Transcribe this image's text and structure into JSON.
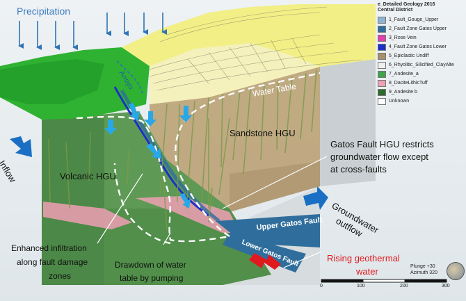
{
  "labels": {
    "precipitation": "Precipitation",
    "water_table": "Water Table",
    "sandstone": "Sandstone HGU",
    "inflow": "Inflow",
    "volcanic": "Volcanic HGU",
    "gatos_note_1": "Gatos Fault HGU restricts",
    "gatos_note_2": "groundwater flow except",
    "gatos_note_3": "at cross-faults",
    "gw_outflow_1": "Groundwater",
    "gw_outflow_2": "outflow",
    "upper_gatos": "Upper Gatos Fault",
    "lower_gatos": "Lower Gatos Fault",
    "enhanced_1": "Enhanced infiltration",
    "enhanced_2": "along fault damage",
    "enhanced_3": "zones",
    "drawdown_1": "Drawdown of water",
    "drawdown_2": "table by pumping",
    "rising_1": "Rising geothermal",
    "rising_2": "water",
    "plunge": "Plunge +30",
    "azimuth": "Azimuth 320",
    "arroyo": "Arroyo"
  },
  "legend": {
    "title_1": "e_Detailed Geology 2016",
    "title_2": "Central District",
    "items": [
      {
        "label": "1_Fault_Gouge_Upper",
        "color": "#8fb4d4"
      },
      {
        "label": "2_Fault Zone Gatos Upper",
        "color": "#2f6e9c"
      },
      {
        "label": "3_Rose Vein",
        "color": "#e040b0"
      },
      {
        "label": "4_Fault Zone Gatos Lower",
        "color": "#1c2fc8"
      },
      {
        "label": "5_Epiclastic Undiff",
        "color": "#a8916a"
      },
      {
        "label": "6_Rhyolitic_Silicified_ClayAlte",
        "color": "#f0f0f0"
      },
      {
        "label": "7_Andesite_a",
        "color": "#3fa34a"
      },
      {
        "label": "8_DaciteLithicTuff",
        "color": "#f0a0b4"
      },
      {
        "label": "9_Andesite b",
        "color": "#2e6b2a"
      },
      {
        "label": "Unknown",
        "color": "#ffffff"
      }
    ]
  },
  "scale_bar": {
    "ticks": [
      "0",
      "100",
      "200",
      "300"
    ]
  },
  "colors": {
    "blue_label": "#1f5fa8",
    "arrow_blue": "#1a6fc4",
    "cyan_arrow": "#28a8e8",
    "rising_red": "#e0191e",
    "white_text": "#ffffff"
  }
}
